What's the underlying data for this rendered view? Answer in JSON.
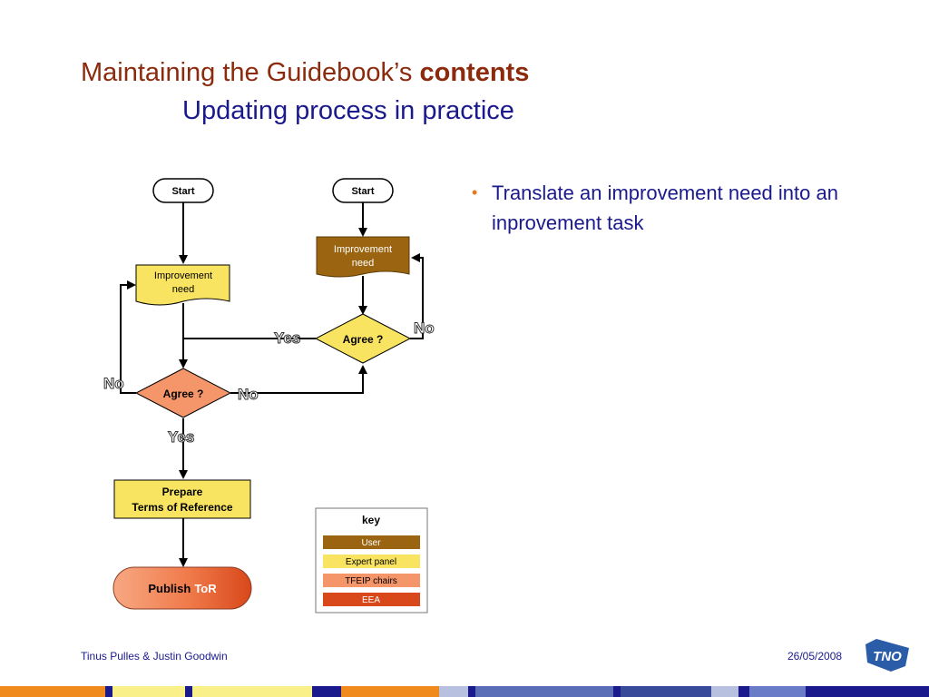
{
  "slide": {
    "title_plain": "Maintaining the Guidebook’s ",
    "title_bold": "contents",
    "subtitle": "Updating process in practice",
    "bullet": "Translate an improvement need into an inprovement task",
    "footer_author": "Tinus Pulles & Justin Goodwin",
    "footer_date": "26/05/2008"
  },
  "flowchart": {
    "left_start": "Start",
    "right_start": "Start",
    "left_need_line1": "Improvement",
    "left_need_line2": "need",
    "right_need_line1": "Improvement",
    "right_need_line2": "need",
    "right_decision": "Agree ?",
    "left_decision": "Agree ?",
    "label_yes_top": "Yes",
    "label_no_right": "No",
    "label_no_left": "No",
    "label_no_middle": "No",
    "label_yes_bottom": "Yes",
    "prepare_line1": "Prepare",
    "prepare_line2": "Terms of Reference",
    "publish_word": "Publish",
    "publish_highlight": "ToR"
  },
  "key": {
    "title": "key",
    "items": [
      {
        "label": "User",
        "color": "#9a6410",
        "text_color": "#ffffff"
      },
      {
        "label": "Expert panel",
        "color": "#f9e461",
        "text_color": "#000000"
      },
      {
        "label": "TFEIP chairs",
        "color": "#f4966a",
        "text_color": "#000000"
      },
      {
        "label": "EEA",
        "color": "#d8481a",
        "text_color": "#ffffff"
      }
    ]
  },
  "logo": {
    "text": "TNO",
    "color": "#2a5ca8"
  },
  "colors": {
    "title_red": "#8b2a0c",
    "title_blue": "#1a1a8c",
    "bullet_orange": "#e8791c",
    "user_brown": "#9a6410",
    "expert_yellow": "#f9e461",
    "tfeip_salmon": "#f4966a",
    "eea_red": "#d8481a"
  }
}
